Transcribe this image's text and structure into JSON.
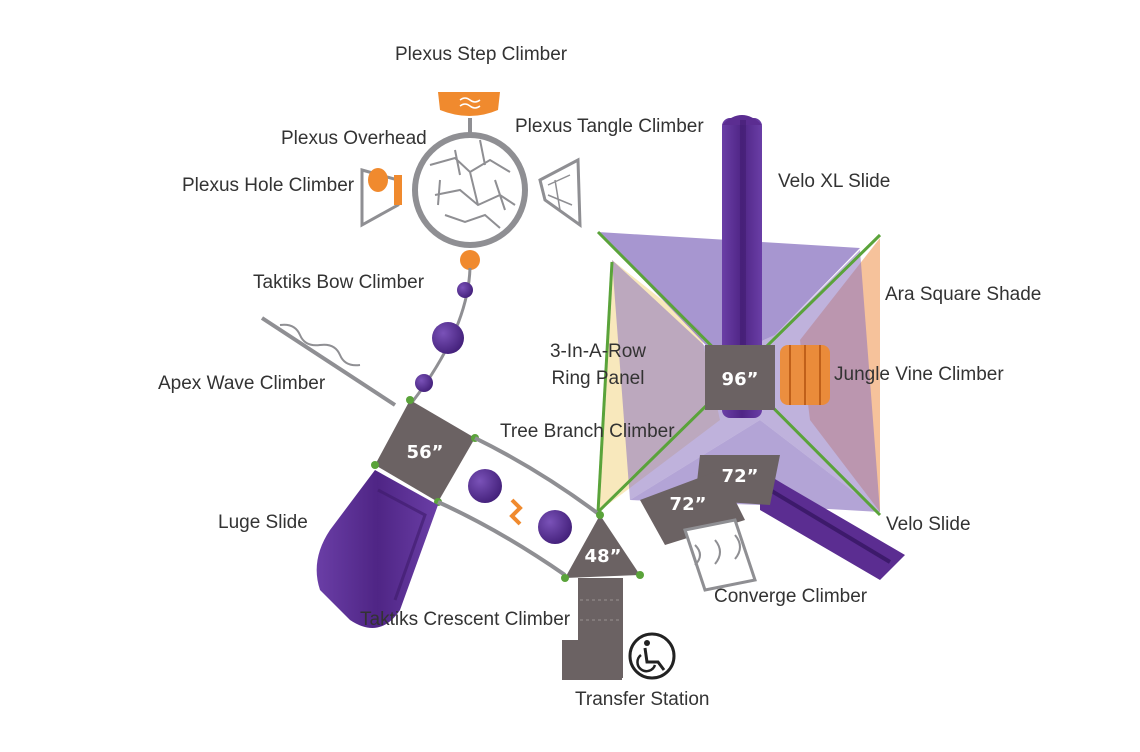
{
  "labels": {
    "plexus_step_climber": "Plexus Step Climber",
    "plexus_overhead": "Plexus Overhead",
    "plexus_tangle_climber": "Plexus Tangle Climber",
    "plexus_hole_climber": "Plexus Hole Climber",
    "velo_xl_slide": "Velo XL Slide",
    "taktiks_bow_climber": "Taktiks Bow Climber",
    "ara_square_shade": "Ara Square Shade",
    "three_in_a_row_line1": "3-In-A-Row",
    "three_in_a_row_line2": "Ring Panel",
    "jungle_vine_climber": "Jungle Vine Climber",
    "apex_wave_climber": "Apex Wave Climber",
    "tree_branch_climber": "Tree Branch Climber",
    "luge_slide": "Luge Slide",
    "velo_slide": "Velo Slide",
    "converge_climber": "Converge Climber",
    "taktiks_crescent_climber": "Taktiks Crescent Climber",
    "transfer_station": "Transfer Station"
  },
  "decks": {
    "deck_56": "56”",
    "deck_96": "96”",
    "deck_72_upper": "72”",
    "deck_72_lower": "72”",
    "deck_48": "48”"
  },
  "icons": {
    "accessibility": "wheelchair-icon"
  },
  "colors": {
    "purple": "#5b2d91",
    "purple_light": "#8a73c0",
    "orange": "#f08a2e",
    "shade_orange": "#f5b78a",
    "shade_yellow": "#f7e4b0",
    "deck_gray": "#6b6263",
    "frame_gray": "#8f8f93",
    "green_post": "#5aa33a"
  }
}
